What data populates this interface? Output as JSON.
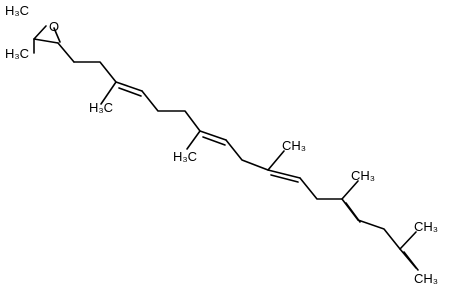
{
  "molecule": {
    "labels": {
      "methyl": "H₃C",
      "methyl_plain": "CH₃",
      "oxygen": "O"
    }
  }
}
